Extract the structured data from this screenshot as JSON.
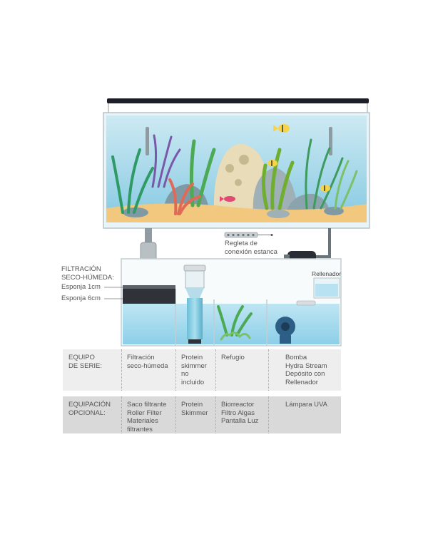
{
  "labels": {
    "filtration_title": "FILTRACIÓN\nSECO-HÚMEDA:",
    "sponge_1": "Esponja 1cm",
    "sponge_2": "Esponja 6cm",
    "power_strip": "Regleta de\nconexión estanca",
    "refill": "Rellenador"
  },
  "table": {
    "rows": [
      {
        "header": "EQUIPO\nDE SERIE:",
        "cells": [
          "Filtración\nseco-húmeda",
          "Protein\nskimmer\nno\nincluido",
          "Refugio",
          "Bomba\nHydra Stream\nDepósito con\nRellenador"
        ]
      },
      {
        "header": "EQUIPACIÓN\nOPCIONAL:",
        "cells": [
          "Saco filtrante\nRoller Filter\nMateriales\nfiltrantes",
          "Protein\nSkimmer",
          "Biorreactor\nFiltro Algas\nPantalla Luz",
          "Lámpara UVA"
        ]
      }
    ]
  },
  "colors": {
    "water_top": "#bfe6f2",
    "water_bottom": "#7ec7e3",
    "sand": "#f2c77e",
    "sump_water": "#a9dcef",
    "row_light": "#eeeeee",
    "row_dark": "#d9d9d9"
  }
}
